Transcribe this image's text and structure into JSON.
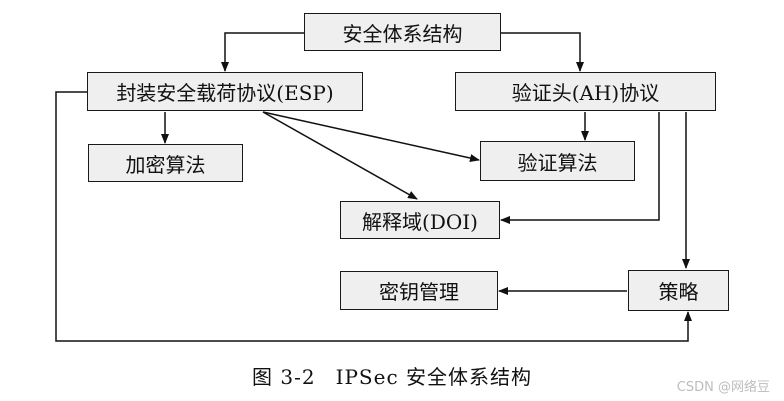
{
  "diagram": {
    "nodes": {
      "top": "安全体系结构",
      "esp": "封装安全载荷协议(ESP)",
      "ah": "验证头(AH)协议",
      "encrypt_alg": "加密算法",
      "auth_alg": "验证算法",
      "doi": "解释域(DOI)",
      "key_mgmt": "密钥管理",
      "policy": "策略"
    },
    "edges": [
      {
        "from": "top",
        "to": "esp"
      },
      {
        "from": "top",
        "to": "ah"
      },
      {
        "from": "esp",
        "to": "encrypt_alg"
      },
      {
        "from": "esp",
        "to": "auth_alg"
      },
      {
        "from": "esp",
        "to": "doi"
      },
      {
        "from": "ah",
        "to": "auth_alg"
      },
      {
        "from": "ah",
        "to": "doi"
      },
      {
        "from": "ah",
        "to": "policy"
      },
      {
        "from": "esp",
        "to": "policy"
      },
      {
        "from": "policy",
        "to": "key_mgmt"
      }
    ]
  },
  "caption": {
    "figure_no": "图 3-2",
    "title": "IPSec 安全体系结构"
  },
  "watermark": "CSDN @网络豆"
}
